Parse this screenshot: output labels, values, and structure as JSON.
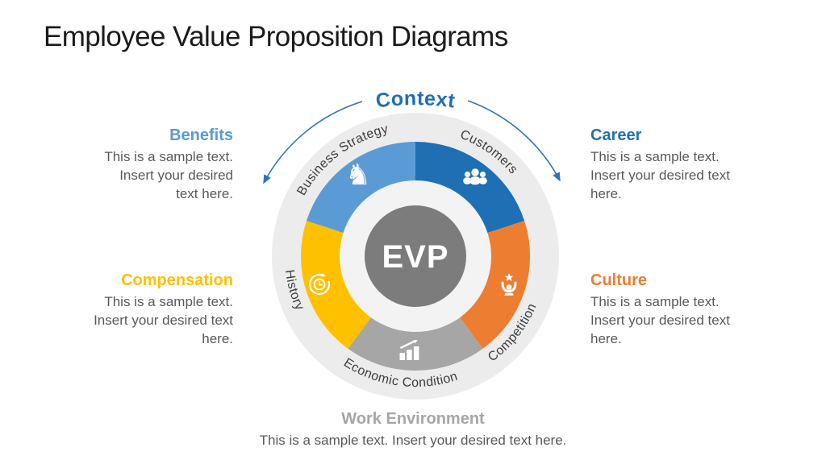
{
  "slide": {
    "title": "Employee Value Proposition Diagrams"
  },
  "diagram": {
    "context_label": "Context",
    "center_label": "EVP",
    "arrow_color": "#2E75B6",
    "context_color": "#1F6FB5",
    "outer_circle_color": "#ECECEC",
    "inner_disc_color": "#F3F3F3",
    "center_circle_color": "#7C7C7C",
    "segments": {
      "business_strategy": {
        "label": "Business Strategy",
        "color": "#5B9BD5",
        "icon": "chess-knight",
        "glyph": "♞"
      },
      "customers": {
        "label": "Customers",
        "color": "#1E6FB4",
        "icon": "people-group"
      },
      "competition": {
        "label": "Competition",
        "color": "#ED7D31",
        "icon": "winner-person-star"
      },
      "economic_condition": {
        "label": "Economic Condition",
        "color": "#A6A6A6",
        "icon": "growth-bar-chart"
      },
      "history": {
        "label": "History",
        "color": "#FFC000",
        "icon": "history-clock"
      }
    }
  },
  "callouts": {
    "benefits": {
      "title": "Benefits",
      "color": "#5B9BD5",
      "lines": [
        "This is a sample text.",
        "Insert your desired",
        "text here."
      ]
    },
    "career": {
      "title": "Career",
      "color": "#1F6FB5",
      "lines": [
        "This is a sample text.",
        "Insert your desired text",
        "here."
      ]
    },
    "compensation": {
      "title": "Compensation",
      "color": "#FFC000",
      "lines": [
        "This is a sample text.",
        "Insert your desired text",
        "here."
      ]
    },
    "culture": {
      "title": "Culture",
      "color": "#ED7D31",
      "lines": [
        "This is a sample text.",
        "Insert your desired text",
        "here."
      ]
    },
    "work_environment": {
      "title": "Work Environment",
      "color": "#A6A6A6",
      "lines": [
        "This is a sample text. Insert your desired text here."
      ]
    }
  }
}
